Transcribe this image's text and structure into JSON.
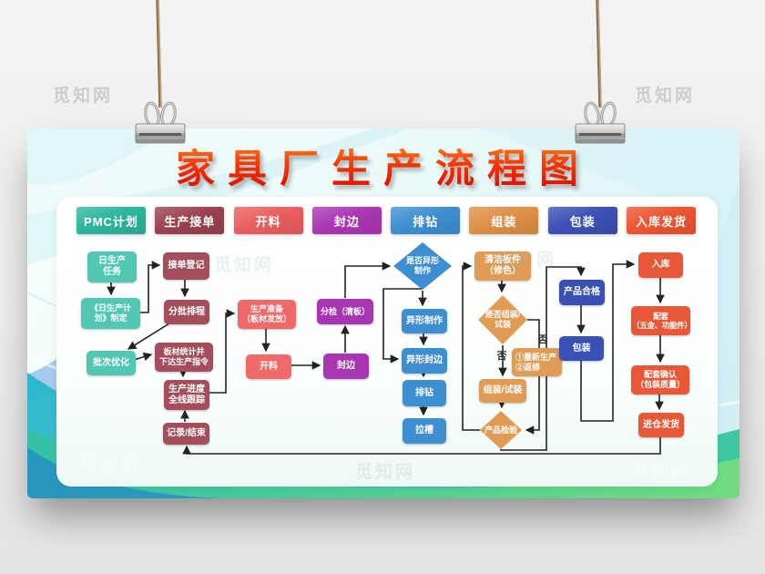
{
  "title": "家具厂生产流程图",
  "watermark": {
    "text": "觅知网"
  },
  "palette": {
    "teal": "#52c7b1",
    "maroon": "#a34e5a",
    "salmon": "#f06a6a",
    "purple": "#a935b3",
    "blue": "#3e8ed2",
    "orange": "#e09b55",
    "indigo": "#3b50b4",
    "redorange": "#e85836",
    "title_red": "#df0e00",
    "arrow": "#222222"
  },
  "tabs": [
    {
      "label": "PMC计划",
      "color": "#2db69d"
    },
    {
      "label": "生产接单",
      "color": "#9c4150"
    },
    {
      "label": "开料",
      "color": "#ea5f5f"
    },
    {
      "label": "封边",
      "color": "#ab37b5"
    },
    {
      "label": "排钻",
      "color": "#3e8fd2"
    },
    {
      "label": "组装",
      "color": "#de9045"
    },
    {
      "label": "包装",
      "color": "#3c51b5"
    },
    {
      "label": "入库发货",
      "color": "#ee5430"
    }
  ],
  "flow": {
    "nodes": [
      {
        "label": "日生产\n任务"
      },
      {
        "label": "《日生产计\n划》制定"
      },
      {
        "label": "批次优化"
      },
      {
        "label": "接单登记"
      },
      {
        "label": "分批排程"
      },
      {
        "label": "板材统计并\n下达生产指令"
      },
      {
        "label": "生产进度\n全线跟踪"
      },
      {
        "label": "记录/结束"
      },
      {
        "label": "生产准备\n（板材发放）"
      },
      {
        "label": "开料"
      },
      {
        "label": "封边"
      },
      {
        "label": "分检（清板）"
      },
      {
        "label": "异形制作"
      },
      {
        "label": "异形封边"
      },
      {
        "label": "排钻"
      },
      {
        "label": "拉槽"
      },
      {
        "label": "清洁板件\n（修色）"
      },
      {
        "label": "①重新生产\n②返修"
      },
      {
        "label": "组装/试装"
      },
      {
        "label": "产品合格"
      },
      {
        "label": "包装"
      },
      {
        "label": "入库"
      },
      {
        "label": "配套\n（五金、功能件）"
      },
      {
        "label": "配套确认\n（包装质量）"
      },
      {
        "label": "进仓发货"
      }
    ],
    "diamonds": [
      {
        "label": "是否异形\n制作"
      },
      {
        "label": "是否组装/\n试装"
      },
      {
        "label": "产品检验"
      }
    ],
    "branch_labels": {
      "down_no": "否",
      "right_no": "否"
    }
  }
}
